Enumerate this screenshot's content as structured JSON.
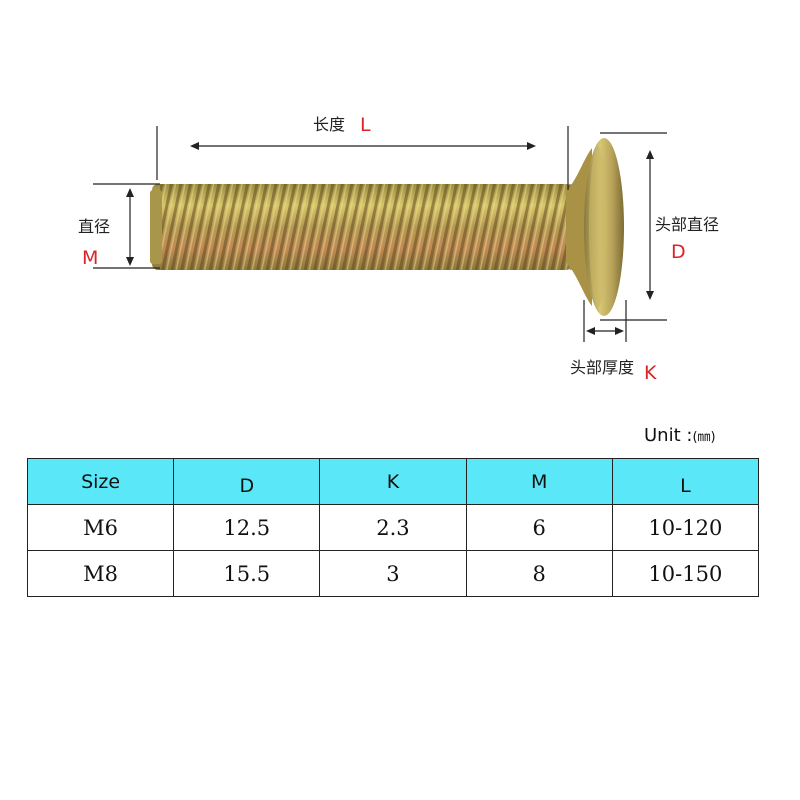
{
  "labels": {
    "length_cn": "长度",
    "length_sym": "L",
    "diameter_cn": "直径",
    "diameter_sym": "M",
    "head_diameter_cn": "头部直径",
    "head_diameter_sym": "D",
    "head_thickness_cn": "头部厚度",
    "head_thickness_sym": "K"
  },
  "unit": {
    "prefix": "Unit :",
    "value": "(㎜)"
  },
  "table": {
    "headers": [
      "Size",
      "D",
      "K",
      "M",
      "L"
    ],
    "rows": [
      [
        "M6",
        "12.5",
        "2.3",
        "6",
        "10-120"
      ],
      [
        "M8",
        "15.5",
        "3",
        "8",
        "10-150"
      ]
    ]
  },
  "colors": {
    "header_bg": "#5ae8f8",
    "dimension_label": "#d9242a"
  }
}
